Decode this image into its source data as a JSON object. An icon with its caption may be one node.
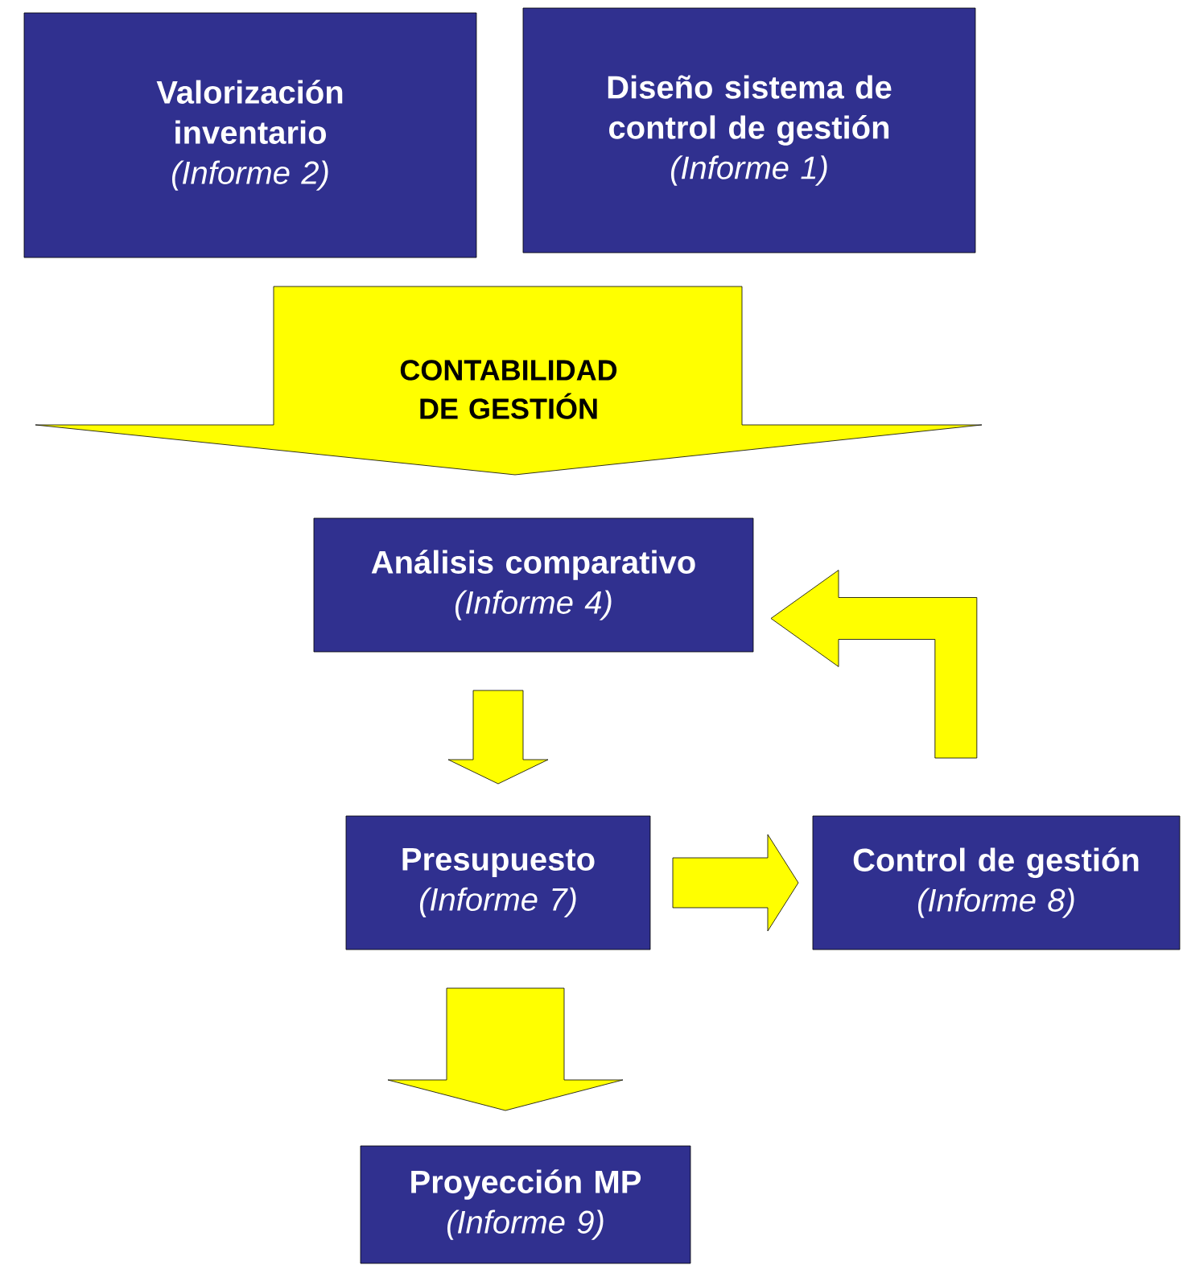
{
  "diagram": {
    "nodes": [
      {
        "text": [
          "Valorización inventario",
          "(Informe 2)"
        ]
      },
      {
        "text": [
          "Diseño sistema de control de gestión",
          "(Informe 1)"
        ]
      },
      {
        "text": [
          "CONTABILIDAD DE GESTIÓN"
        ]
      },
      {
        "text": [
          "Análisis comparativo",
          "(Informe 4)"
        ]
      },
      {
        "text": [
          "Presupuesto",
          "(Informe 7)"
        ]
      },
      {
        "text": [
          "Control de gestión",
          "(Informe 8)"
        ]
      },
      {
        "text": [
          "Proyección MP",
          "(Informe 9)"
        ]
      }
    ],
    "edges": [
      {
        "from": 3,
        "to": 4,
        "arrow": "to"
      },
      {
        "from": 4,
        "to": 5,
        "arrow": "to"
      },
      {
        "from": 4,
        "to": 6,
        "arrow": "to"
      },
      {
        "from": 5,
        "to": 3,
        "arrow": "to"
      }
    ]
  }
}
